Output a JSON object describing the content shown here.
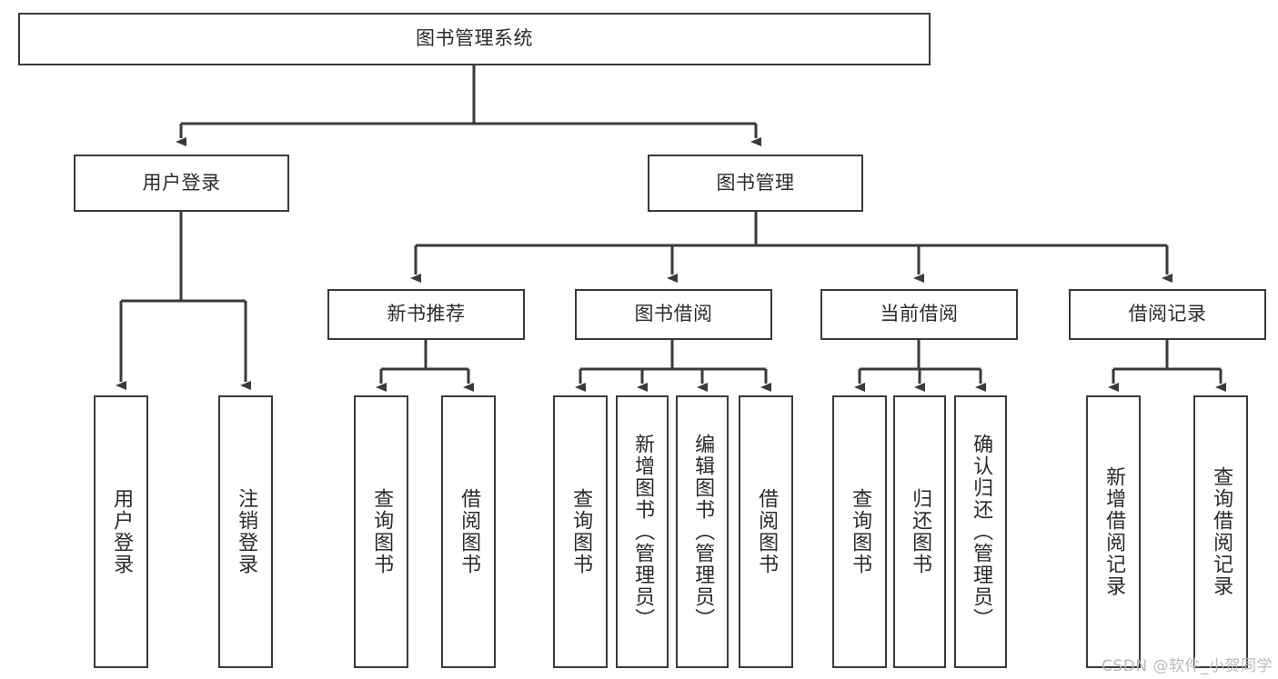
{
  "diagram": {
    "title": "图书管理系统",
    "watermark": "CSDN @软件_小贺同学",
    "root": {
      "label": "图书管理系统"
    },
    "level2": [
      {
        "label": "用户登录"
      },
      {
        "label": "图书管理"
      }
    ],
    "level3": [
      {
        "label": "新书推荐"
      },
      {
        "label": "图书借阅"
      },
      {
        "label": "当前借阅"
      },
      {
        "label": "借阅记录"
      }
    ],
    "leaves": {
      "user_login": [
        {
          "label": "用户登录"
        },
        {
          "label": "注销登录"
        }
      ],
      "new_book_recommend": [
        {
          "label": "查询图书"
        },
        {
          "label": "借阅图书"
        }
      ],
      "book_borrow": [
        {
          "label": "查询图书"
        },
        {
          "label": "新增图书（管理员）"
        },
        {
          "label": "编辑图书（管理员）"
        },
        {
          "label": "借阅图书"
        }
      ],
      "current_borrow": [
        {
          "label": "查询图书"
        },
        {
          "label": "归还图书"
        },
        {
          "label": "确认归还（管理员）"
        }
      ],
      "borrow_record": [
        {
          "label": "新增借阅记录"
        },
        {
          "label": "查询借阅记录"
        }
      ]
    },
    "colors": {
      "stroke": "#3a3a3a",
      "fill": "#ffffff",
      "text": "#2b2b2b",
      "watermark": "#b9b9b9"
    }
  }
}
